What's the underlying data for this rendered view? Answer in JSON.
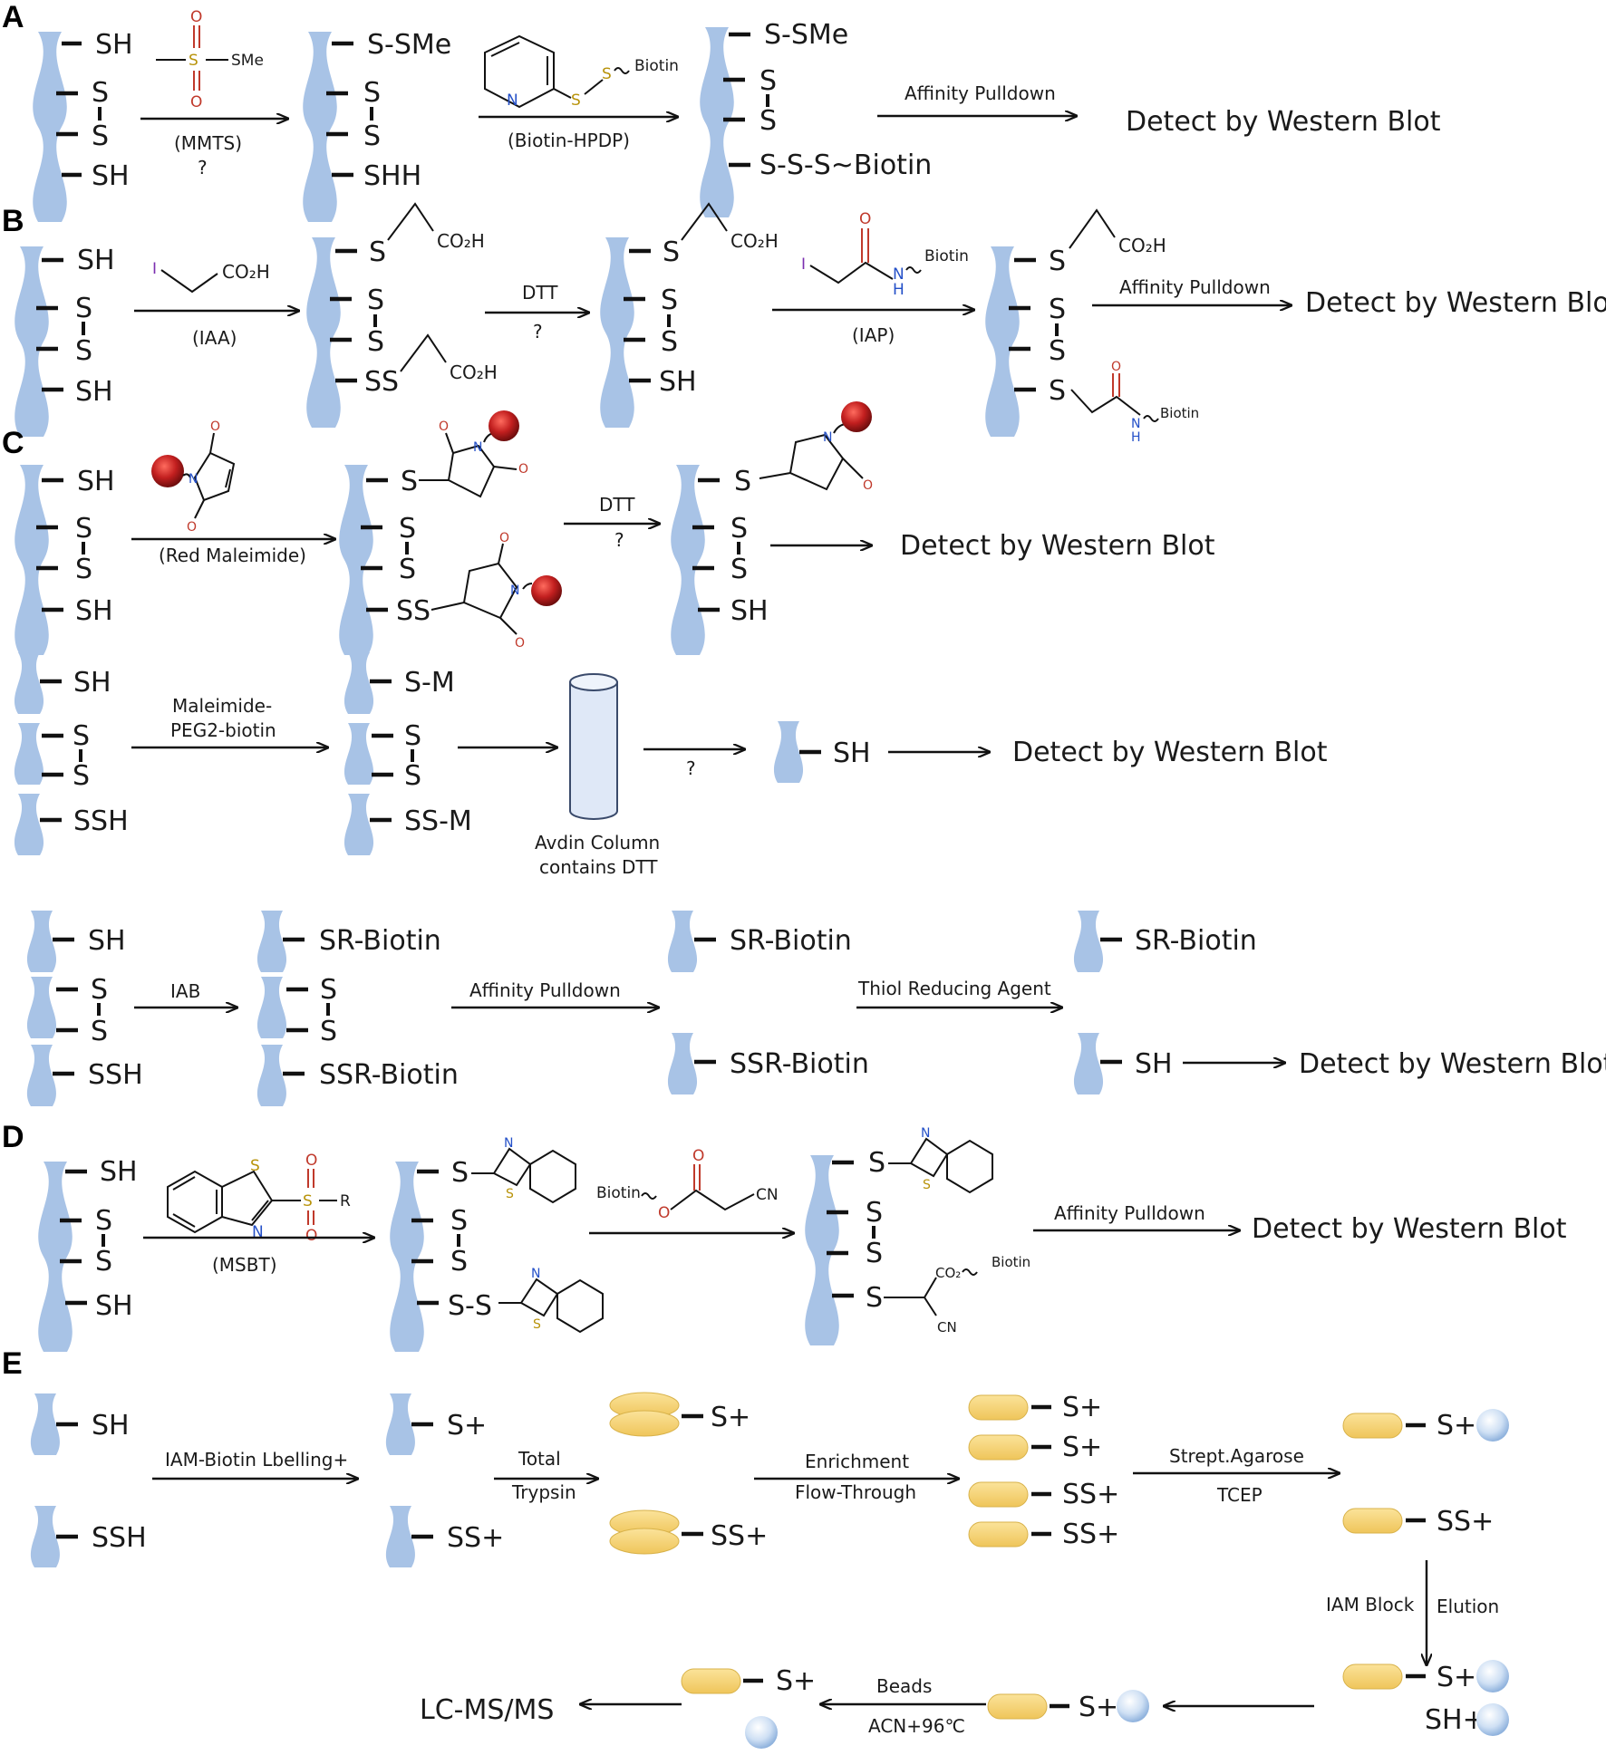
{
  "colors": {
    "protein": "#a8c3e6",
    "pill": "#f3cf6b",
    "pill_edge": "#d8b24a",
    "red_bead": "#c21f1f",
    "blue_bead": "#c9dcf2"
  },
  "panels": {
    "a": "A",
    "b": "B",
    "c": "C",
    "d": "D",
    "e": "E"
  },
  "common": {
    "detect": "Detect by Western Blot",
    "pulldown": "Affinity Pulldown",
    "q": "?",
    "dtt": "DTT",
    "biotin": "Biotin"
  },
  "A": {
    "sh1": "SH",
    "s_a": "S",
    "s_b": "S",
    "sh2": "SH",
    "reagent1": "(MMTS)",
    "sme": "SMe",
    "p1_top": "S-SMe",
    "p1_s1": "S",
    "p1_s2": "S",
    "p1_bot": "SHH",
    "reagent2": "(Biotin-HPDP)",
    "biotin": "Biotin",
    "p2_top": "S-SMe",
    "p2_s1": "S",
    "p2_s2": "S",
    "p2_bot": "S-S-S~Biotin"
  },
  "B": {
    "sh1": "SH",
    "s_a": "S",
    "s_b": "S",
    "sh2": "SH",
    "iaa_co2h": "CO₂H",
    "reagent1": "(IAA)",
    "iodo": "I",
    "p1_top": "S",
    "p1_co2h_top": "CO₂H",
    "p1_s1": "S",
    "p1_s2": "S",
    "p1_bot": "SS",
    "p1_co2h_bot": "CO₂H",
    "p2_top": "S",
    "p2_co2h": "CO₂H",
    "p2_s1": "S",
    "p2_s2": "S",
    "p2_bot": "SH",
    "reagent2": "(IAP)",
    "o": "O",
    "nh": "N",
    "h": "H",
    "p3_top": "S",
    "p3_co2h": "CO₂H",
    "p3_s1": "S",
    "p3_s2": "S",
    "p3_bot": "S"
  },
  "C": {
    "sh1": "SH",
    "s_a": "S",
    "s_b": "S",
    "sh2": "SH",
    "reagent1": "(Red Maleimide)",
    "o": "O",
    "n": "N",
    "p1_top": "S",
    "p1_s1": "S",
    "p1_s2": "S",
    "p1_bot": "SS",
    "p2_top": "S",
    "p2_s1": "S",
    "p2_s2": "S",
    "p2_bot": "SH"
  },
  "C2": {
    "sh": "SH",
    "s_a": "S",
    "s_b": "S",
    "ssh": "SSH",
    "reagent": "Maleimide-\nPEG2-biotin",
    "reagent_l1": "Maleimide-",
    "reagent_l2": "PEG2-biotin",
    "p1_top": "S-M",
    "p1_s1": "S",
    "p1_s2": "S",
    "p1_bot": "SS-M",
    "column_l1": "Avdin Column",
    "column_l2": "contains DTT",
    "sh_out": "SH"
  },
  "C3": {
    "sh": "SH",
    "s_a": "S",
    "s_b": "S",
    "ssh": "SSH",
    "reagent": "IAB",
    "p1_top": "SR-Biotin",
    "p1_s1": "S",
    "p1_s2": "S",
    "p1_bot": "SSR-Biotin",
    "p2_top": "SR-Biotin",
    "p2_bot": "SSR-Biotin",
    "reducer": "Thiol Reducing Agent",
    "p3_top": "SR-Biotin",
    "p3_bot": "SH"
  },
  "D": {
    "sh1": "SH",
    "s_a": "S",
    "s_b": "S",
    "sh2": "SH",
    "reagent1": "(MSBT)",
    "r": "R",
    "o": "O",
    "s": "S",
    "n": "N",
    "p1_top": "S",
    "p1_s1": "S",
    "p1_s2": "S",
    "p1_bot": "S-S",
    "cn": "CN",
    "co2": "CO₂",
    "p2_top": "S",
    "p2_s1": "S",
    "p2_s2": "S",
    "p2_bot": "S"
  },
  "E": {
    "sh": "SH",
    "ssh": "SSH",
    "labelling": "IAM-Biotin Lbelling+",
    "p1_top": "S+",
    "p1_bot": "SS+",
    "total": "Total",
    "trypsin": "Trypsin",
    "p2_top": "S+",
    "p2_bot": "SS+",
    "enrich": "Enrichment",
    "flow": "Flow-Through",
    "p3_1": "S+",
    "p3_2": "S+",
    "p3_3": "SS+",
    "p3_4": "SS+",
    "strept": "Strept.Agarose",
    "tcep": "TCEP",
    "p4_top": "S+",
    "p4_bot": "SS+",
    "iam_block": "IAM Block",
    "elution": "Elution",
    "p5_top": "S+",
    "p5_bot": "SH+",
    "p6": "S+",
    "beads": "Beads",
    "acn": "ACN+96℃",
    "p7": "S+",
    "lcms": "LC-MS/MS"
  }
}
